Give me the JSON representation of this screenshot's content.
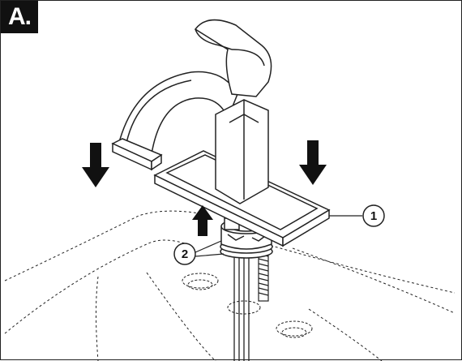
{
  "diagram": {
    "step_label": "A.",
    "callouts": [
      {
        "number": "1",
        "target": "faucet-base-plate"
      },
      {
        "number": "2",
        "target": "mounting-nut-and-gasket"
      }
    ],
    "arrows": {
      "down_count": 2,
      "up_count": 1
    }
  }
}
